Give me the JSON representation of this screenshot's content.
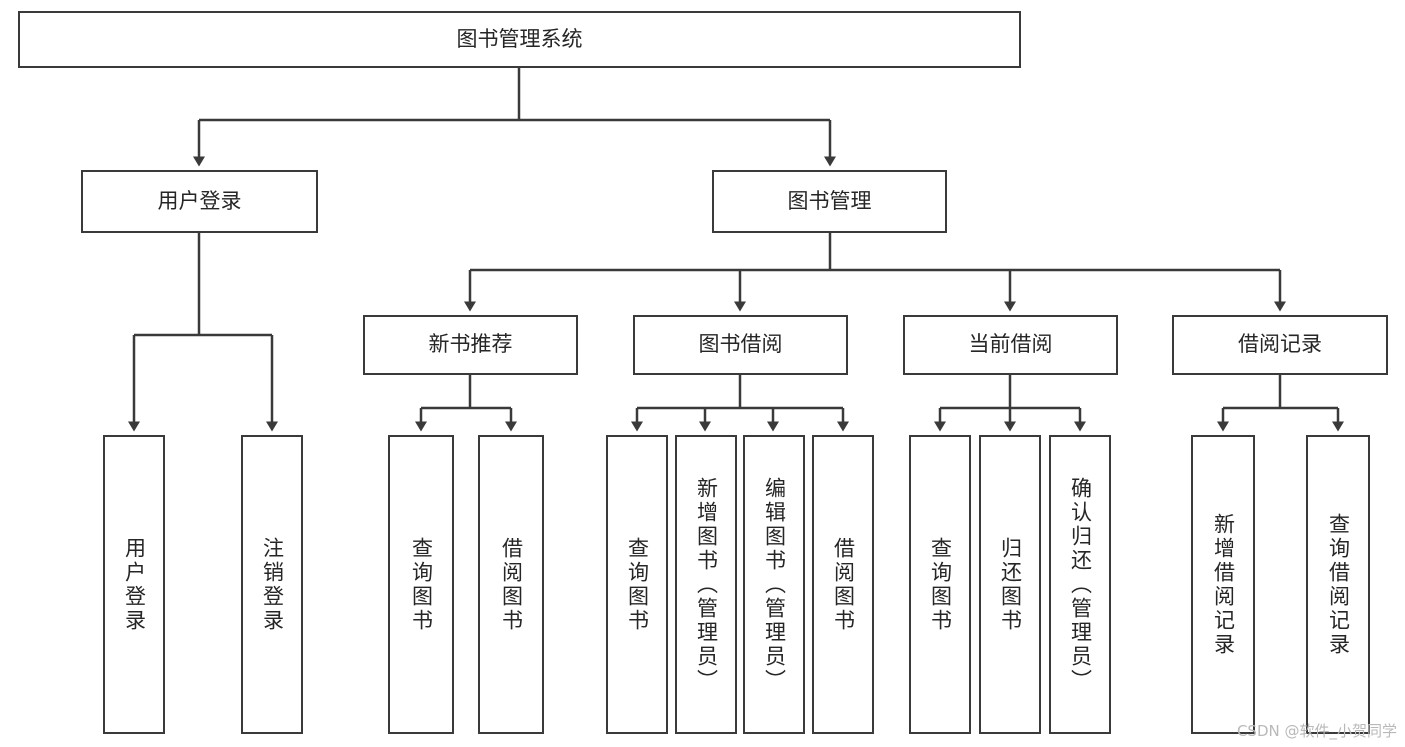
{
  "diagram": {
    "title": "图书管理系统",
    "type": "hierarchy-tree",
    "watermark": "CSDN @软件_小贺同学",
    "colors": {
      "box_border": "#3a3a3a",
      "box_fill": "#ffffff",
      "edge": "#3a3a3a",
      "text": "#262626",
      "watermark": "#b9b9b9"
    },
    "nodes": {
      "root": {
        "label": "图书管理系统"
      },
      "tier1": [
        {
          "label": "用户登录"
        },
        {
          "label": "图书管理"
        }
      ],
      "tier2": [
        {
          "label": "新书推荐"
        },
        {
          "label": "图书借阅"
        },
        {
          "label": "当前借阅"
        },
        {
          "label": "借阅记录"
        }
      ],
      "leaves": {
        "user_login": [
          {
            "label": "用户登录"
          },
          {
            "label": "注销登录"
          }
        ],
        "new_book": [
          {
            "label": "查询图书"
          },
          {
            "label": "借阅图书"
          }
        ],
        "book_borrow": [
          {
            "label": "查询图书"
          },
          {
            "label": "新增图书（管理员）"
          },
          {
            "label": "编辑图书（管理员）"
          },
          {
            "label": "借阅图书"
          }
        ],
        "current_borrow": [
          {
            "label": "查询图书"
          },
          {
            "label": "归还图书"
          },
          {
            "label": "确认归还（管理员）"
          }
        ],
        "borrow_record": [
          {
            "label": "新增借阅记录"
          },
          {
            "label": "查询借阅记录"
          }
        ]
      }
    }
  }
}
